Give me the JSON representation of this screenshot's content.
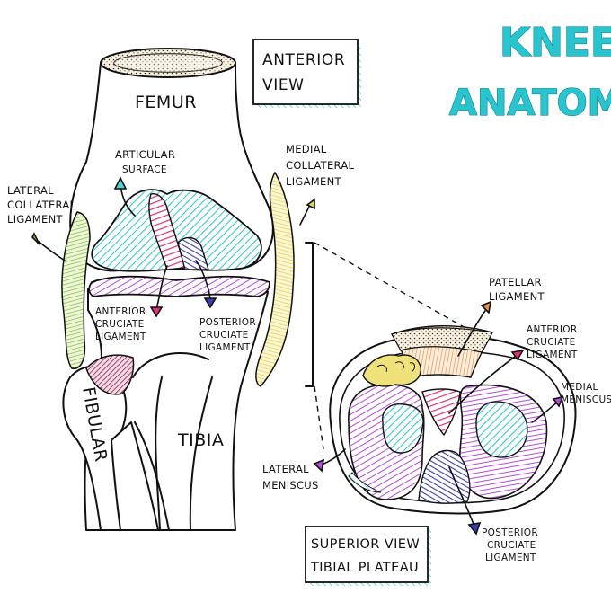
{
  "title": {
    "line1": "KNEE",
    "line2": "ANATOMY"
  },
  "views": {
    "anterior": {
      "line1": "ANTERIOR",
      "line2": "VIEW"
    },
    "superior": {
      "line1": "SUPERIOR VIEW",
      "line2": "TIBIAL PLATEAU"
    }
  },
  "labels": {
    "femur": "FEMUR",
    "tibia": "TIBIA",
    "fibular": "FIBULAR",
    "articular_surface": [
      "ARTICULAR",
      "SURFACE"
    ],
    "lateral_collateral_ligament": [
      "LATERAL",
      "COLLATERAL",
      "LIGAMENT"
    ],
    "medial_collateral_ligament": [
      "MEDIAL",
      "COLLATERAL",
      "LIGAMENT"
    ],
    "anterior_cruciate_ligament": [
      "ANTERIOR",
      "CRUCIATE",
      "LIGAMENT"
    ],
    "posterior_cruciate_ligament": [
      "POSTERIOR",
      "CRUCIATE",
      "LIGAMENT"
    ],
    "patellar_ligament": [
      "PATELLAR",
      "LIGAMENT"
    ],
    "sup_anterior_cruciate_ligament": [
      "ANTERIOR",
      "CRUCIATE",
      "LIGAMENT"
    ],
    "medial_meniscus": [
      "MEDIAL",
      "MENISCUS"
    ],
    "lateral_meniscus": [
      "LATERAL",
      "MENISCUS"
    ],
    "sup_posterior_cruciate_ligament": [
      "POSTERIOR",
      "CRUCIATE",
      "LIGAMENT"
    ]
  },
  "colors": {
    "title": "#2ac4cf",
    "cartilage": "#4fd3d6",
    "acl": "#e0307a",
    "pcl": "#3b3fa8",
    "meniscus": "#b54bd6",
    "lcl": "#8fc23d",
    "mcl": "#e8d64a",
    "patellar": "#e8944a",
    "fat_pad": "#e8d64a",
    "fibular_ligament": "#8a2050"
  }
}
